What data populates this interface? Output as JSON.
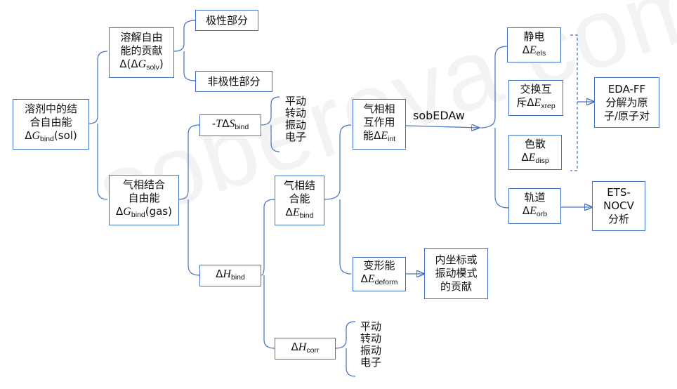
{
  "watermark": "sobereva.com",
  "nodes": {
    "root": {
      "line1": "溶剂中的结",
      "line2": "合自由能",
      "sym_pre": "Δ",
      "sym": "G",
      "sub": "bind",
      "post": "(sol)"
    },
    "solv": {
      "line1": "溶解自由",
      "line2": "能的贡献",
      "sym_pre": "Δ(Δ",
      "sym": "G",
      "sub": "solv",
      "post": ")"
    },
    "polar": {
      "label": "极性部分"
    },
    "nonpolar": {
      "label": "非极性部分"
    },
    "gas": {
      "line1": "气相结合",
      "line2": "自由能",
      "sym_pre": "Δ",
      "sym": "G",
      "sub": "bind",
      "post": "(gas)"
    },
    "tds": {
      "pre": "-",
      "sym1": "T",
      "mid": "Δ",
      "sym2": "S",
      "sub": "bind"
    },
    "tds_terms": [
      "平动",
      "转动",
      "振动",
      "电子"
    ],
    "dh": {
      "pre": "Δ",
      "sym": "H",
      "sub": "bind"
    },
    "ebind": {
      "line1": "气相结",
      "line2": "合能",
      "pre": "Δ",
      "sym": "E",
      "sub": "bind"
    },
    "hcorr": {
      "pre": "Δ",
      "sym": "H",
      "sub": "corr"
    },
    "hcorr_terms": [
      "平动",
      "转动",
      "振动",
      "电子"
    ],
    "eint": {
      "line1": "气相相",
      "line2": "互作用",
      "line3a": "能",
      "pre": "Δ",
      "sym": "E",
      "sub": "int"
    },
    "edeform": {
      "line1": "变形能",
      "pre": "Δ",
      "sym": "E",
      "sub": "deform"
    },
    "internal": {
      "line1": "内坐标或",
      "line2": "振动模式",
      "line3": "的贡献"
    },
    "sobedaw": {
      "label": "sobEDAw"
    },
    "els": {
      "line1": "静电",
      "pre": "Δ",
      "sym": "E",
      "sub": "els"
    },
    "xrep": {
      "line1": "交换互",
      "line2a": "斥",
      "pre": "Δ",
      "sym": "E",
      "sub": "xrep"
    },
    "disp": {
      "line1": "色散",
      "pre": "Δ",
      "sym": "E",
      "sub": "disp"
    },
    "orb": {
      "line1": "轨道",
      "pre": "Δ",
      "sym": "E",
      "sub": "orb"
    },
    "edaff": {
      "line1": "EDA-FF",
      "line2": "分解为原",
      "line3": "子/原子对"
    },
    "etsnocv": {
      "line1": "ETS-",
      "line2": "NOCV",
      "line3": "分析"
    }
  }
}
